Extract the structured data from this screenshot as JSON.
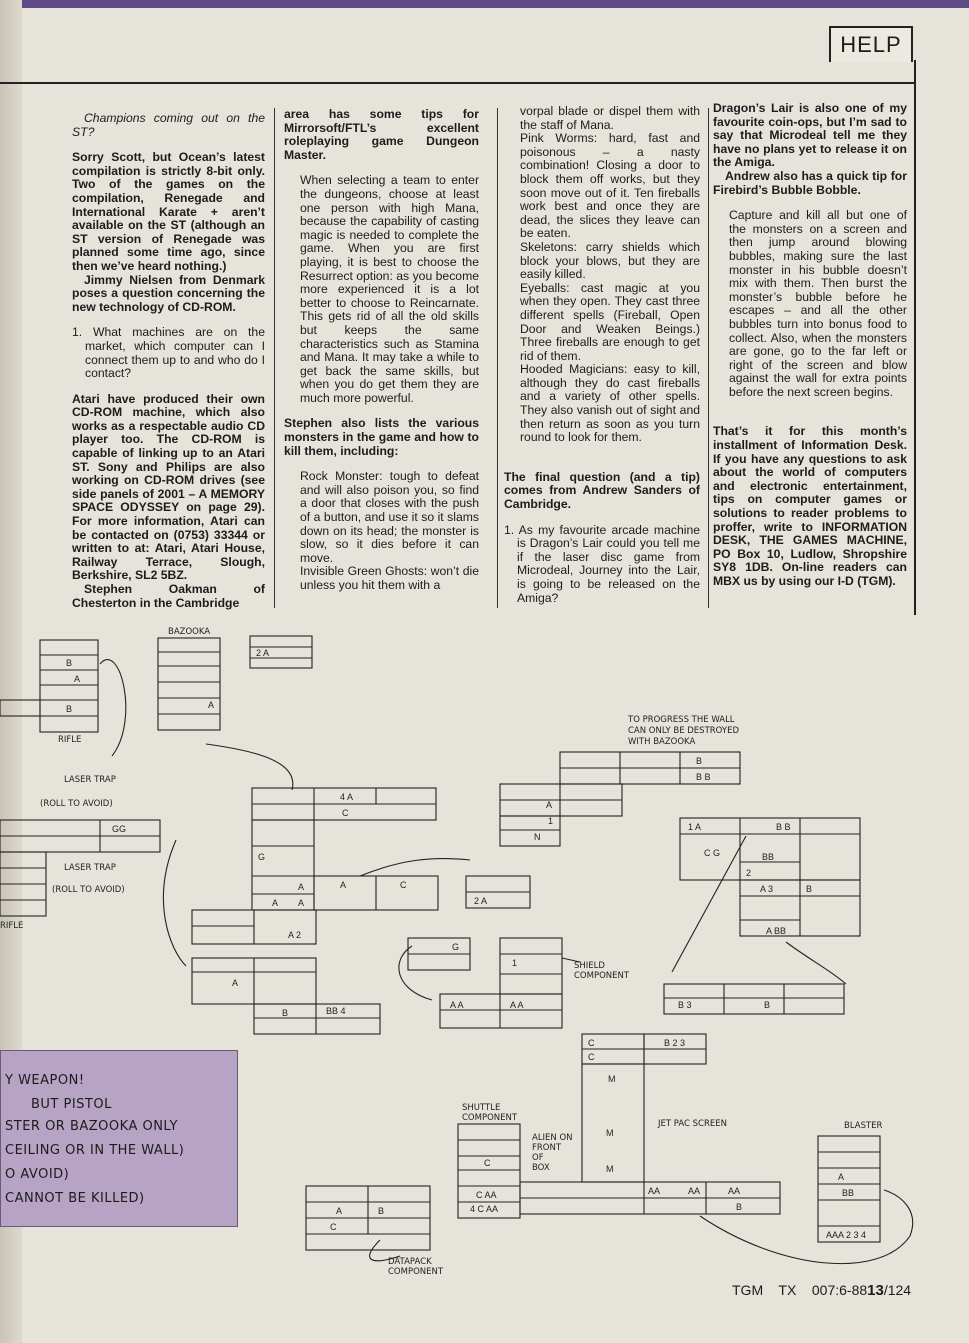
{
  "header": {
    "section": "HELP"
  },
  "col1": [
    "Champions coming out on the ST?",
    "Sorry Scott, but Ocean’s latest compilation is strictly 8-bit only. Two of the games on the compilation, Renegade and International Karate + aren’t available on the ST (although an ST version of Renegade was planned some time ago, since then we’ve heard nothing.)",
    "Jimmy Nielsen from Denmark poses a question concerning the new technology of CD-ROM.",
    "1. What machines are on the market, which computer can I connect them up to and who do I contact?",
    "Atari have produced their own CD-ROM machine, which also works as a respectable audio CD player too. The CD-ROM is capable of linking up to an Atari ST. Sony and Philips are also working on CD-ROM drives (see side panels of 2001 – A MEMORY SPACE ODYSSEY on page 29). For more information, Atari can be contacted on (0753) 33344 or written to at: Atari, Atari House, Railway Terrace, Slough, Berkshire, SL2 5BZ.",
    "Stephen Oakman of Chesterton in the Cambridge"
  ],
  "col2": [
    "area has some tips for Mirrorsoft/FTL’s excellent roleplaying game Dungeon Master.",
    "When selecting a team to enter the dungeons, choose at least one person with high Mana, because the capability of casting magic is needed to complete the game. When you are first playing, it is best to choose the Resurrect option: as you become more experienced it is a lot better to choose to Reincarnate. This gets rid of all the old skills but keeps the same characteristics such as Stamina and Mana. It may take a while to get back the same skills, but when you do get them they are much more powerful.",
    "Stephen also lists the various monsters in the game and how to kill them, including:",
    "Rock Monster: tough to defeat and will also poison you, so find a door that closes with the push of a button, and use it so it slams down on its head; the monster is slow, so it dies before it can move.",
    "Invisible Green Ghosts: won’t die unless you hit them with a"
  ],
  "col3": [
    "vorpal blade or dispel them with the staff of Mana.",
    "Pink Worms: hard, fast and poisonous – a nasty combination! Closing a door to block them off works, but they soon move out of it. Ten fireballs work best and once they are dead, the slices they leave can be eaten.",
    "Skeletons: carry shields which block your blows, but they are easily killed.",
    "Eyeballs: cast magic at you when they open. They cast three different spells (Fireball, Open Door and Weaken Beings.) Three fireballs are enough to get rid of them.",
    "Hooded Magicians: easy to kill, although they do cast fireballs and a variety of other spells. They also vanish out of sight and then return as soon as you turn round to look for them.",
    "The final question (and a tip) comes from Andrew Sanders of Cambridge.",
    "1. As my favourite arcade machine is Dragon’s Lair could you tell me if the laser disc game from Microdeal, Journey into the Lair, is going to be released on the Amiga?"
  ],
  "col4": [
    "Dragon’s Lair is also one of my favourite coin-ops, but I’m sad to say that Microdeal tell me they have no plans yet to release it on the Amiga.",
    "Andrew also has a quick tip for Firebird’s Bubble Bobble.",
    "Capture and kill all but one of the monsters on a screen and then jump around blowing bubbles, making sure the last monster in his bubble doesn’t mix with them. Then burst the monster’s bubble before he escapes – and all the other bubbles turn into bonus food to collect. Also, when the monsters are gone, go to the far left or right of the screen and blow against the wall for extra points before the next screen begins.",
    "That’s it for this month’s installment of Information Desk. If you have any questions to ask about the world of computers and electronic entertainment, tips on computer games or solutions to reader problems to proffer, write to INFORMATION DESK, THE GAMES MACHINE, PO Box 10, Ludlow, Shropshire SY8 1DB. On-line readers can MBX us by using our I-D (TGM)."
  ],
  "map": {
    "rifle": "RIFLE",
    "bazooka": "BAZOOKA",
    "laser_trap_1": "LASER TRAP",
    "roll_to_avoid": "(ROLL TO AVOID)",
    "laser_trap_2": "LASER TRAP",
    "rifle_2": "RIFLE",
    "wall_note_1": "TO PROGRESS THE WALL",
    "wall_note_2": "CAN ONLY BE DESTROYED",
    "wall_note_3": "WITH BAZOOKA",
    "shield": "SHIELD",
    "component": "COMPONENT",
    "shuttle": "SHUTTLE",
    "shuttle_component": "COMPONENT",
    "alien_1": "ALIEN ON",
    "alien_2": "FRONT",
    "alien_3": "OF",
    "alien_4": "BOX",
    "jet_pac": "JET PAC SCREEN",
    "blaster": "BLASTER",
    "datapack": "DATAPACK",
    "datapack_component": "COMPONENT"
  },
  "panel": [
    "Y WEAPON!",
    "BUT PISTOL",
    "STER OR BAZOOKA ONLY",
    "CEILING OR IN THE WALL)",
    "O AVOID)",
    "CANNOT BE KILLED)"
  ],
  "footer": {
    "mag": "TGM",
    "tx": "TX",
    "issue": "007:6-88",
    "page": "13",
    "total": "/124"
  }
}
